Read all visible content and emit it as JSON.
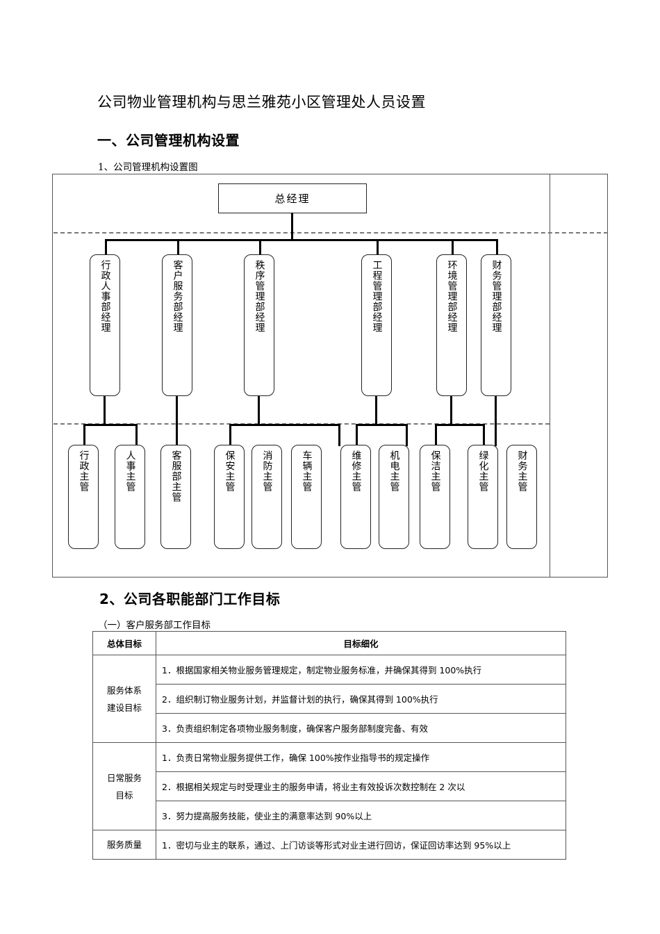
{
  "document": {
    "title": "公司物业管理机构与思兰雅苑小区管理处人员设置",
    "section1_heading": "一、公司管理机构设置",
    "section1_sub": "1、公司管理机构设置图",
    "section2_heading": "2、公司各职能部门工作目标",
    "section2_sub": "（一）客户服务部工作目标"
  },
  "org_chart": {
    "top": {
      "label": "总经理"
    },
    "departments": [
      {
        "label": "行政人事部经理"
      },
      {
        "label": "客户服务部经理"
      },
      {
        "label": "秩序管理部经理"
      },
      {
        "label": "工程管理部经理"
      },
      {
        "label": "环境管理部经理"
      },
      {
        "label": "财务管理部经理"
      }
    ],
    "supervisors": [
      {
        "label": "行政主管"
      },
      {
        "label": "人事主管"
      },
      {
        "label": "客服部主管"
      },
      {
        "label": "保安主管"
      },
      {
        "label": "消防主管"
      },
      {
        "label": "车辆主管"
      },
      {
        "label": "维修主管"
      },
      {
        "label": "机电主管"
      },
      {
        "label": "保洁主管"
      },
      {
        "label": "绿化主管"
      },
      {
        "label": "财务主管"
      }
    ]
  },
  "goals_table": {
    "headers": [
      "总体目标",
      "目标细化"
    ],
    "groups": [
      {
        "category": "服务体系\n建设目标",
        "category_line1": "服务体系",
        "category_line2": "建设目标",
        "items": [
          "1．根据国家相关物业服务管理规定，制定物业服务标准，并确保其得到 100%执行",
          "2．组织制订物业服务计划，并监督计划的执行，确保其得到 100%执行",
          "3．负责组织制定各项物业服务制度，确保客户服务部制度完备、有效"
        ]
      },
      {
        "category": "日常服务\n目标",
        "category_line1": "日常服务",
        "category_line2": "目标",
        "items": [
          "1．负责日常物业服务提供工作，确保 100%按作业指导书的规定操作",
          "2．根据相关规定与时受理业主的服务申请，将业主有效投诉次数控制在 2 次以",
          "3．努力提高服务技能，使业主的满意率达到 90%以上"
        ]
      },
      {
        "category": "服务质量",
        "category_line1": "服务质量",
        "category_line2": "",
        "items": [
          "1．密切与业主的联系，通过、上门访谈等形式对业主进行回访，保证回访率达到 95%以上"
        ]
      }
    ]
  },
  "colors": {
    "text": "#000000",
    "frame_border": "#555555",
    "dash": "#777777",
    "connector": "#000000"
  }
}
